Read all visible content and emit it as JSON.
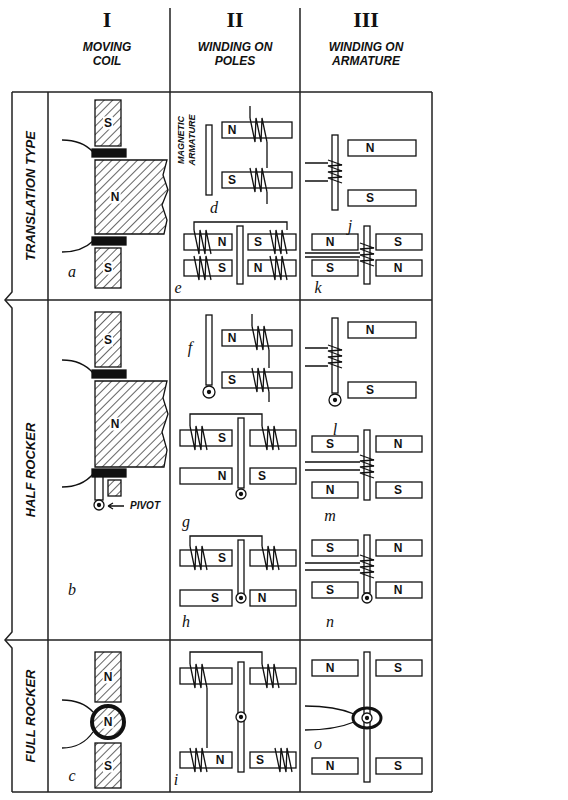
{
  "diagram": {
    "labels": [
      "I",
      "MOVING COIL",
      "II",
      "WINDING ON POLES",
      "III",
      "WINDING ON ARMATURE",
      "TRANSLATION TYPE",
      "HALF ROCKER",
      "FULL ROCKER",
      "S",
      "N",
      "S",
      "a",
      "S",
      "N",
      "PIVOT",
      "b",
      "N",
      "N",
      "S",
      "c",
      "MAGNETIC ARMATURE",
      "N",
      "S",
      "d",
      "N",
      "S",
      "S",
      "N",
      "e",
      "f",
      "N",
      "S",
      "S",
      "N",
      "S",
      "g",
      "S",
      "S",
      "N",
      "h",
      "N",
      "S",
      "i",
      "N",
      "S",
      "j",
      "N",
      "S",
      "S",
      "N",
      "k",
      "N",
      "S",
      "l",
      "S",
      "N",
      "N",
      "S",
      "m",
      "S",
      "N",
      "S",
      "N",
      "n",
      "N",
      "S",
      "N",
      "S",
      "o"
    ]
  }
}
